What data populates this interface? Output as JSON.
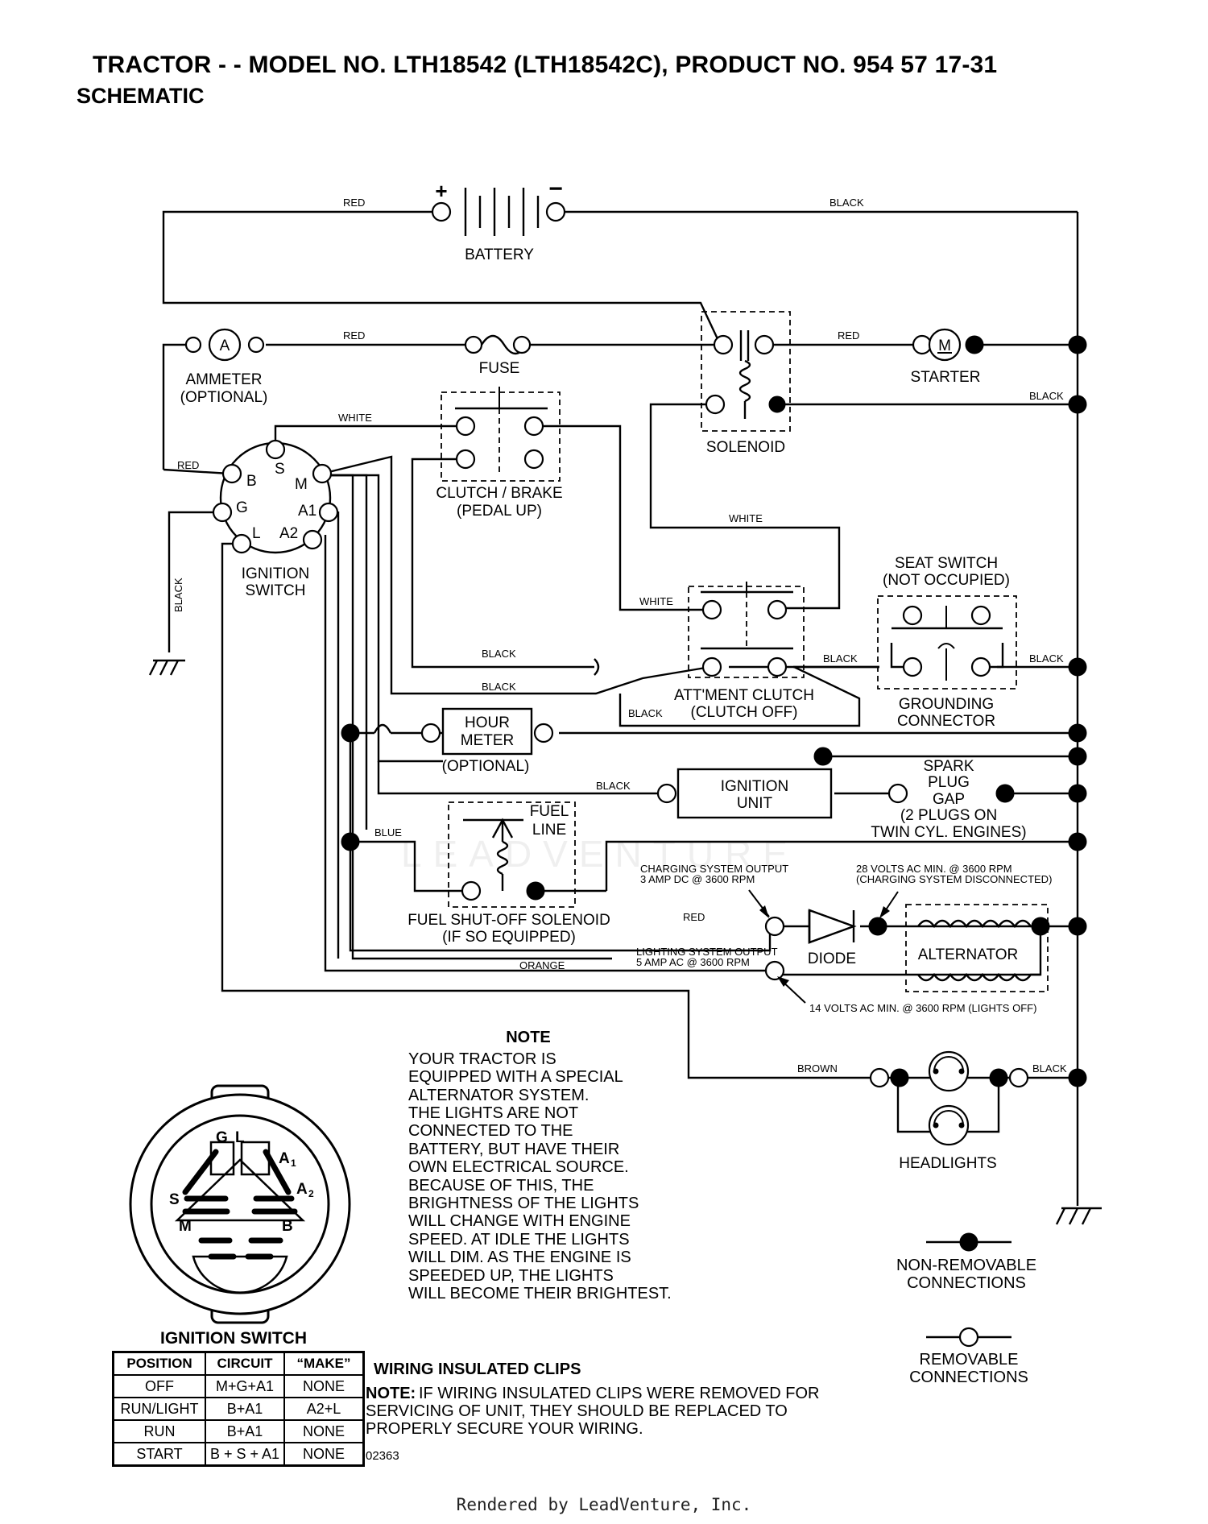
{
  "title": "TRACTOR - - MODEL NO. LTH18542 (LTH18542C), PRODUCT NO. 954 57 17-31",
  "subtitle": "SCHEMATIC",
  "components": {
    "battery": "BATTERY",
    "battery_pos": "+",
    "battery_neg": "−",
    "ammeter_symbol": "A",
    "ammeter": "AMMETER",
    "ammeter_opt": "(OPTIONAL)",
    "fuse": "FUSE",
    "starter_symbol": "M",
    "starter": "STARTER",
    "solenoid": "SOLENOID",
    "clutch_brake_1": "CLUTCH / BRAKE",
    "clutch_brake_2": "(PEDAL UP)",
    "ignition_switch_1": "IGNITION",
    "ignition_switch_2": "SWITCH",
    "seat_switch_1": "SEAT SWITCH",
    "seat_switch_2": "(NOT OCCUPIED)",
    "attment_clutch_1": "ATT'MENT CLUTCH",
    "attment_clutch_2": "(CLUTCH OFF)",
    "grounding_1": "GROUNDING",
    "grounding_2": "CONNECTOR",
    "hour_meter_1": "HOUR",
    "hour_meter_2": "METER",
    "hour_meter_opt": "(OPTIONAL)",
    "ignition_unit_1": "IGNITION",
    "ignition_unit_2": "UNIT",
    "spark_1": "SPARK",
    "spark_2": "PLUG",
    "spark_3": "GAP",
    "spark_4": "(2 PLUGS ON",
    "spark_5": "TWIN CYL. ENGINES)",
    "fuel_1": "FUEL",
    "fuel_2": "LINE",
    "fuel_sol_1": "FUEL SHUT-OFF SOLENOID",
    "fuel_sol_2": "(IF SO EQUIPPED)",
    "charging_1": "CHARGING SYSTEM OUTPUT",
    "charging_2": "3 AMP DC @ 3600 RPM",
    "volts28_1": "28 VOLTS AC MIN. @ 3600 RPM",
    "volts28_2": "(CHARGING SYSTEM DISCONNECTED)",
    "diode": "DIODE",
    "alternator": "ALTERNATOR",
    "lighting_1": "LIGHTING SYSTEM OUTPUT",
    "lighting_2": "5 AMP AC @ 3600 RPM",
    "volts14": "14 VOLTS AC MIN. @ 3600 RPM (LIGHTS OFF)",
    "headlights": "HEADLIGHTS"
  },
  "terminals": {
    "B": "B",
    "S": "S",
    "M": "M",
    "G": "G",
    "L": "L",
    "A1": "A1",
    "A2": "A2"
  },
  "wires": {
    "red": "RED",
    "black": "BLACK",
    "white": "WHITE",
    "blue": "BLUE",
    "orange": "ORANGE",
    "brown": "BROWN"
  },
  "note": {
    "heading": "NOTE",
    "lines": [
      "YOUR TRACTOR IS",
      "EQUIPPED WITH A SPECIAL",
      "ALTERNATOR SYSTEM.",
      "THE LIGHTS ARE NOT",
      "CONNECTED TO THE",
      "BATTERY, BUT HAVE THEIR",
      "OWN ELECTRICAL SOURCE.",
      "BECAUSE OF THIS, THE",
      "BRIGHTNESS OF THE LIGHTS",
      "WILL CHANGE WITH ENGINE",
      "SPEED.  AT IDLE THE LIGHTS",
      "WILL DIM.  AS THE ENGINE IS",
      "SPEEDED UP, THE LIGHTS",
      "WILL BECOME THEIR BRIGHTEST."
    ]
  },
  "legend": {
    "nonremovable_1": "NON-REMOVABLE",
    "nonremovable_2": "CONNECTIONS",
    "removable_1": "REMOVABLE",
    "removable_2": "CONNECTIONS"
  },
  "ignition_switch_face": {
    "title": "IGNITION SWITCH",
    "G": "G",
    "L": "L",
    "A1": "A",
    "A1_sub": "1",
    "A2": "A",
    "A2_sub": "2",
    "S": "S",
    "M": "M",
    "B": "B"
  },
  "ignition_table": {
    "headers": [
      "POSITION",
      "CIRCUIT",
      "“MAKE”"
    ],
    "rows": [
      [
        "OFF",
        "M+G+A1",
        "NONE"
      ],
      [
        "RUN/LIGHT",
        "B+A1",
        "A2+L"
      ],
      [
        "RUN",
        "B+A1",
        "NONE"
      ],
      [
        "START",
        "B + S + A1",
        "NONE"
      ]
    ]
  },
  "clips": {
    "heading": "WIRING INSULATED CLIPS",
    "note_label": "NOTE:",
    "line1": "IF WIRING INSULATED CLIPS WERE REMOVED FOR",
    "line2": "SERVICING OF UNIT, THEY SHOULD BE REPLACED TO",
    "line3": "PROPERLY SECURE YOUR WIRING.",
    "code": "02363"
  },
  "watermark": "LEADVENTURE",
  "footer": "Rendered by LeadVenture, Inc."
}
